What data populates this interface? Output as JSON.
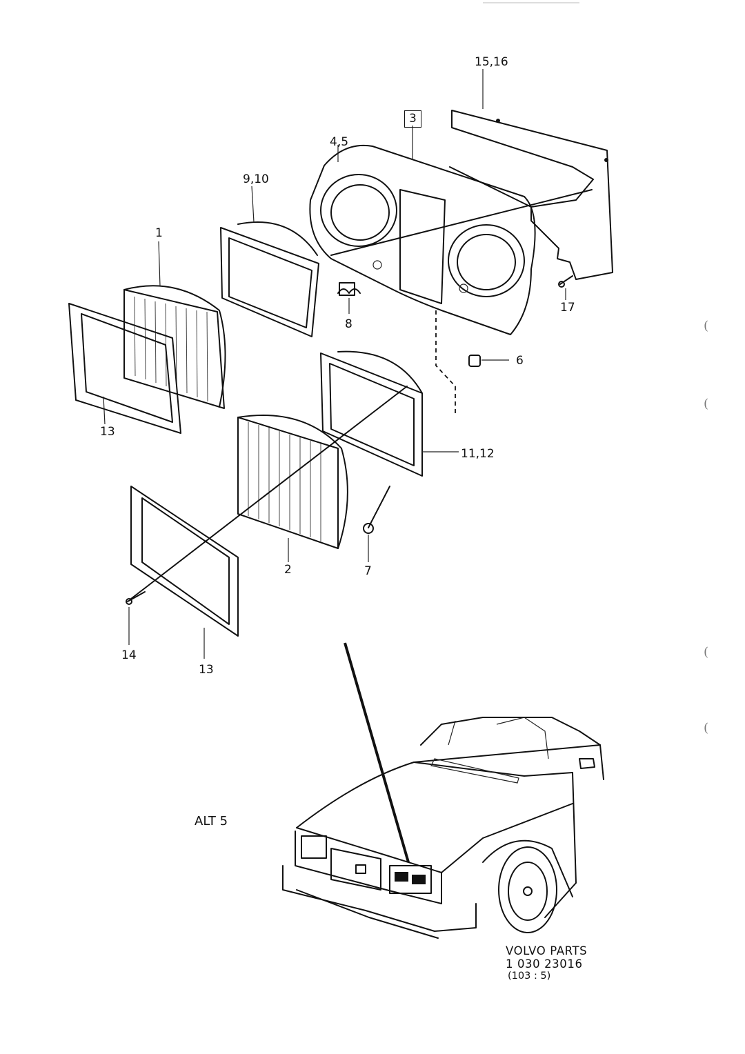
{
  "callouts": {
    "c_15_16": "15,16",
    "c_3": "3",
    "c_4_5": "4,5",
    "c_9_10": "9,10",
    "c_1": "1",
    "c_8": "8",
    "c_17": "17",
    "c_6": "6",
    "c_13a": "13",
    "c_11_12": "11,12",
    "c_2": "2",
    "c_7": "7",
    "c_14": "14",
    "c_13b": "13"
  },
  "caption": {
    "alt": "ALT 5",
    "brand": "VOLVO PARTS",
    "code": "1 030  23016",
    "ref": "(103 : 5)"
  },
  "margin_marks": [
    "(",
    "(",
    "(",
    "("
  ],
  "icons": {
    "headlamp": "sealed-beam-headlamp-icon",
    "car": "car-front-view-icon",
    "screw": "screw-icon"
  }
}
